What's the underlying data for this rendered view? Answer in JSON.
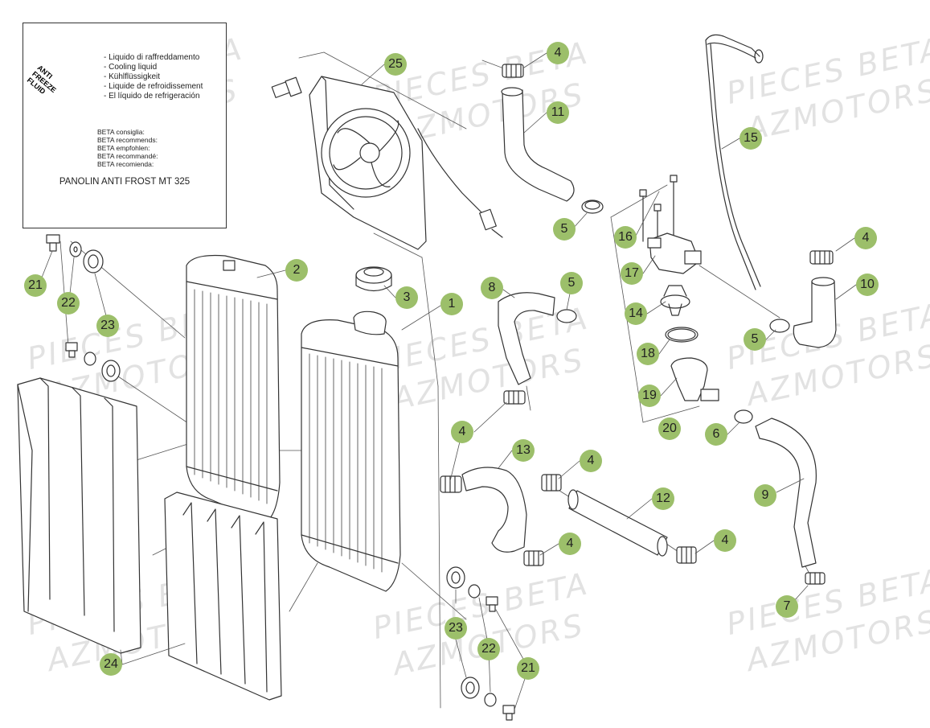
{
  "antifreeze_box": {
    "can_label_lines": [
      "ANTI",
      "FREEZE",
      "FLUID"
    ],
    "languages": [
      "- Liquido di raffreddamento",
      "- Cooling liquid",
      "- Kühlflüssigkeit",
      "- Liquide de refroidissement",
      "- El líquido de refrigeración"
    ],
    "recommends": [
      "BETA consiglia:",
      "BETA recommends:",
      "BETA empfohlen:",
      "BETA recommandé:",
      "BETA recomienda:"
    ],
    "product": "PANOLIN ANTI FROST MT 325"
  },
  "watermark": {
    "line1": "PIECES BETA",
    "line2": "AZMOTORS"
  },
  "colors": {
    "callout": "#9cbf6a",
    "line": "#333333",
    "watermark": "#969696"
  },
  "callouts": [
    {
      "label": "25"
    },
    {
      "label": "4"
    },
    {
      "label": "11"
    },
    {
      "label": "15"
    },
    {
      "label": "5"
    },
    {
      "label": "16"
    },
    {
      "label": "4"
    },
    {
      "label": "17"
    },
    {
      "label": "10"
    },
    {
      "label": "14"
    },
    {
      "label": "5"
    },
    {
      "label": "18"
    },
    {
      "label": "19"
    },
    {
      "label": "20"
    },
    {
      "label": "6"
    },
    {
      "label": "9"
    },
    {
      "label": "7"
    },
    {
      "label": "2"
    },
    {
      "label": "3"
    },
    {
      "label": "1"
    },
    {
      "label": "8"
    },
    {
      "label": "5"
    },
    {
      "label": "21"
    },
    {
      "label": "22"
    },
    {
      "label": "23"
    },
    {
      "label": "4"
    },
    {
      "label": "13"
    },
    {
      "label": "4"
    },
    {
      "label": "12"
    },
    {
      "label": "4"
    },
    {
      "label": "4"
    },
    {
      "label": "23"
    },
    {
      "label": "22"
    },
    {
      "label": "21"
    },
    {
      "label": "24"
    }
  ]
}
